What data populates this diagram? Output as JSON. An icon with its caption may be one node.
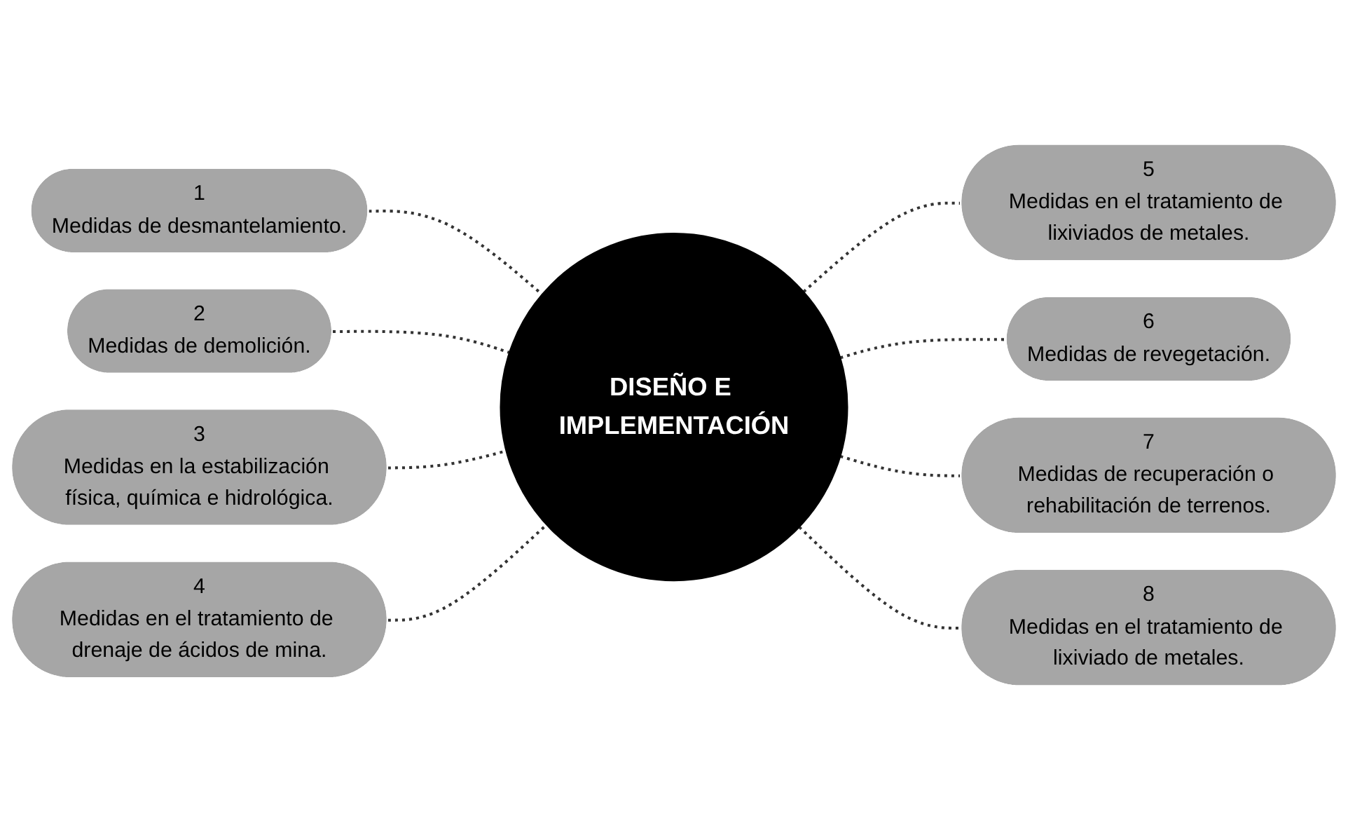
{
  "diagram": {
    "nodes": [
      {
        "text": [
          "DISEÑO E IMPLEMENTACIÓN"
        ]
      },
      {
        "text": [
          "1",
          "Medidas de desmantelamiento."
        ]
      },
      {
        "text": [
          "2",
          "Medidas de demolición."
        ]
      },
      {
        "text": [
          "3",
          "Medidas en la estabilización física, química e hidrológica."
        ]
      },
      {
        "text": [
          "4",
          "Medidas en el tratamiento de drenaje de ácidos de mina."
        ]
      },
      {
        "text": [
          "5",
          "Medidas en el tratamiento de lixiviados de metales."
        ]
      },
      {
        "text": [
          "6",
          "Medidas de revegetación."
        ]
      },
      {
        "text": [
          "7",
          "Medidas de recuperación o rehabilitación de terrenos."
        ]
      },
      {
        "text": [
          "8",
          "Medidas en el tratamiento de lixiviado de metales."
        ]
      }
    ],
    "edges": [
      {
        "from": 1,
        "to": 0,
        "arrow": "none",
        "style": "dashed"
      },
      {
        "from": 2,
        "to": 0,
        "arrow": "none",
        "style": "dashed"
      },
      {
        "from": 3,
        "to": 0,
        "arrow": "none",
        "style": "dashed"
      },
      {
        "from": 4,
        "to": 0,
        "arrow": "none",
        "style": "dashed"
      },
      {
        "from": 0,
        "to": 5,
        "arrow": "none",
        "style": "dashed"
      },
      {
        "from": 0,
        "to": 6,
        "arrow": "none",
        "style": "dashed"
      },
      {
        "from": 0,
        "to": 7,
        "arrow": "none",
        "style": "dashed"
      },
      {
        "from": 0,
        "to": 8,
        "arrow": "none",
        "style": "dashed"
      }
    ]
  }
}
